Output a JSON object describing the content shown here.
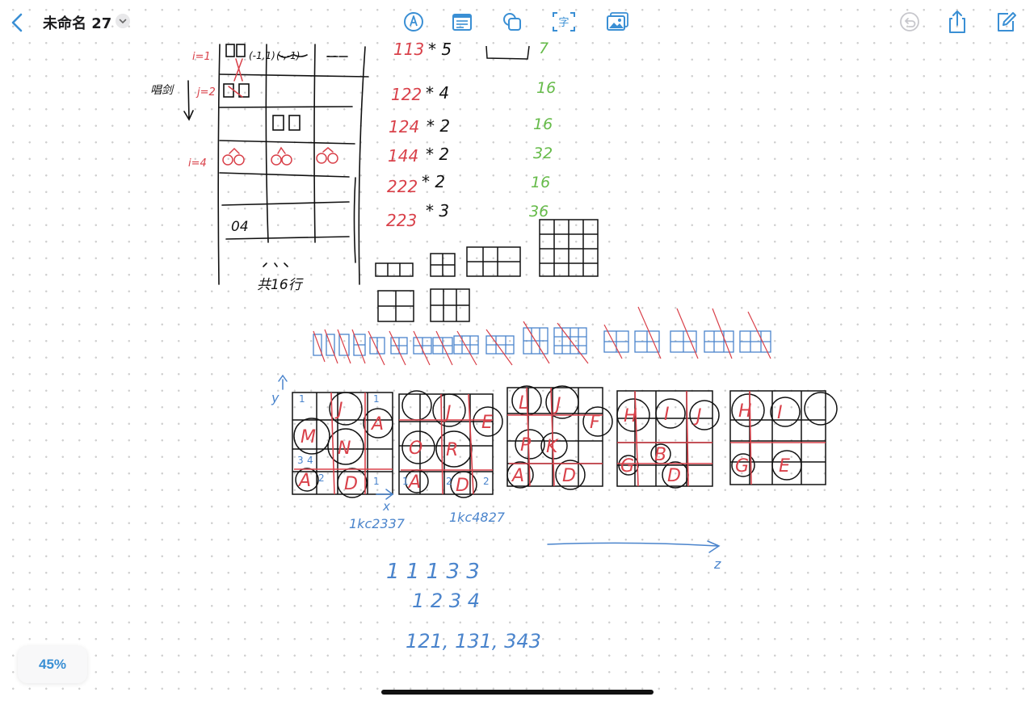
{
  "header": {
    "title": "未命名 27",
    "back_icon": "chevron-left-icon",
    "title_menu_icon": "chevron-down-icon"
  },
  "toolbar": {
    "tools": [
      "pen-tool-icon",
      "text-box-icon",
      "shapes-icon",
      "text-recognition-icon",
      "image-icon"
    ],
    "character_label": "字",
    "right": [
      "undo-icon",
      "share-icon",
      "new-note-icon"
    ]
  },
  "zoom": {
    "label": "45%"
  },
  "colors": {
    "accent": "#3a8fd4",
    "ink_black": "#111111",
    "ink_red": "#d9414a",
    "ink_green": "#66bb4a",
    "ink_blue": "#4a84cc"
  },
  "notes": {
    "row_labels": [
      "i=1",
      "j=2",
      "i=4"
    ],
    "side_label": "唱剑",
    "table_cells": [
      "(-1,1)",
      "(-,-1)",
      "- -",
      "04"
    ],
    "footer_left": "共16行",
    "equations": [
      {
        "lhs": "113",
        "op": "* 5",
        "result": "7"
      },
      {
        "lhs": "122",
        "op": "* 4",
        "result": "16"
      },
      {
        "lhs": "124",
        "op": "* 2",
        "result": "16"
      },
      {
        "lhs": "144",
        "op": "* 2",
        "result": "32"
      },
      {
        "lhs": "222",
        "op": "* 2",
        "result": "16"
      },
      {
        "lhs": "223",
        "op": "* 3",
        "result": "36"
      }
    ],
    "axis_y": "y",
    "axis_x": "x",
    "axis_z": "z",
    "grid_letters": [
      "M",
      "J",
      "A",
      "N",
      "A",
      "D",
      "O",
      "J",
      "E",
      "R",
      "A",
      "D",
      "L",
      "J",
      "F",
      "P",
      "K",
      "A",
      "D",
      "H",
      "I",
      "J",
      "G",
      "B",
      "D",
      "H",
      "I",
      "G",
      "E"
    ],
    "grid_numbers": [
      "1",
      "1",
      "3",
      "4",
      "1",
      "2",
      "1",
      "2",
      "2"
    ],
    "counts_a": "1kc2337",
    "counts_b": "1kc4827",
    "seq1": "1 1 1 3 3",
    "seq2": "1 2 3 4",
    "seq3": "121, 131, 343"
  }
}
